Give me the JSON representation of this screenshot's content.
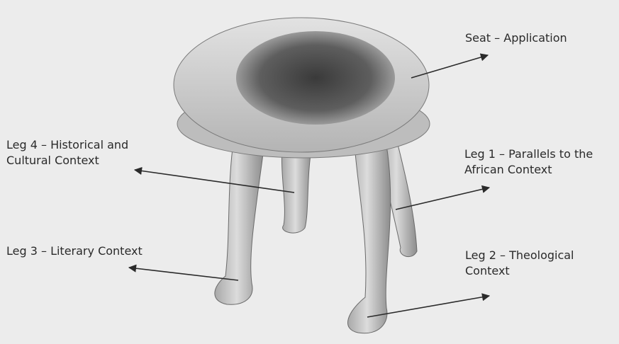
{
  "labels": {
    "seat": [
      "Seat – Application"
    ],
    "leg4": [
      "Leg 4 – Historical and",
      "Cultural Context"
    ],
    "leg1": [
      "Leg 1 – Parallels to the",
      "African Context"
    ],
    "leg3": [
      "Leg 3 – Literary Context"
    ],
    "leg2": [
      "Leg 2 – Theological",
      "Context"
    ]
  },
  "colors": {
    "background": "#ececec",
    "stool": "#d2d2d2",
    "shading": "#5a5a5a",
    "text": "#2a2a2a",
    "arrow": "#2a2a2a"
  }
}
